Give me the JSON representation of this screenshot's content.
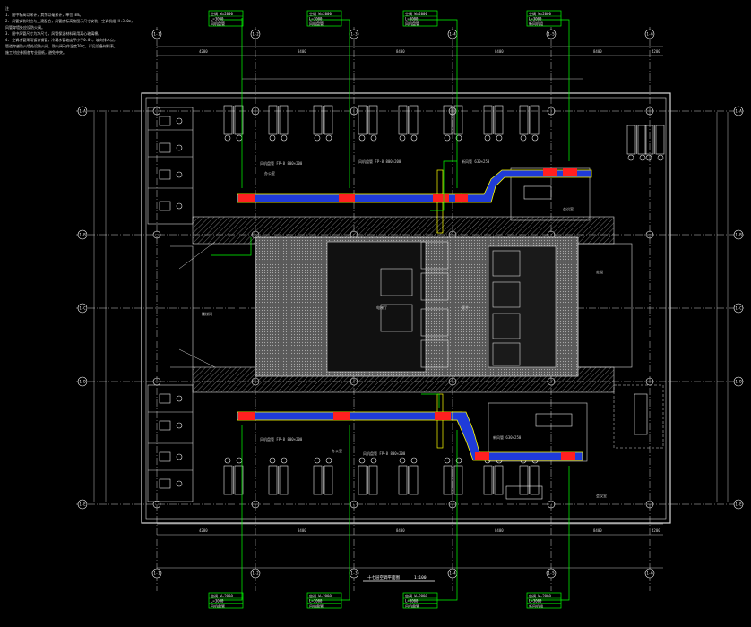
{
  "drawing": {
    "title": "十七层空调平面图",
    "scale": "1:100",
    "notes_heading": "注",
    "notes": [
      "1. 图中标高以米计，其余以毫米计，单位 mm。",
      "2. 风管安装时应与土建配合，风管底标高按图示尺寸安装，空调机组 H+3.0m，",
      "   风管穿墙处应设防火阀。",
      "3. 图中风管尺寸为净尺寸，风管保温材料采用离心玻璃棉。",
      "4. 空调水管采用镀锌钢管，冷凝水管坡度不小于0.01，坡向排水点，",
      "   管道穿越防火墙处设防火阀，防火阀动作温度70℃，详见设备材料表。",
      "   施工时应参照各专业图纸，避免冲突。"
    ],
    "top_tags": [
      {
        "line1": "空调 W=2000",
        "line2": "L=3000",
        "line3": "风机盘管"
      },
      {
        "line1": "空调 W=2000",
        "line2": "L=3000",
        "line3": "风机盘管"
      },
      {
        "line1": "空调 W=2000",
        "line2": "L=3000",
        "line3": "风机盘管"
      },
      {
        "line1": "空调 W=2000",
        "line2": "L=3000",
        "line3": "新风机组"
      }
    ],
    "bottom_tags": [
      {
        "line1": "空调 W=2000",
        "line2": "L=3000",
        "line3": "风机盘管"
      },
      {
        "line1": "空调 W=2000",
        "line2": "L=3000",
        "line3": "风机盘管"
      },
      {
        "line1": "空调 W=2000",
        "line2": "L=3000",
        "line3": "风机盘管"
      },
      {
        "line1": "空调 W=2000",
        "line2": "L=3000",
        "line3": "新风机组"
      }
    ],
    "rooms": {
      "office_top": "办公室",
      "office_bottom": "办公室",
      "meeting_top": "会议室",
      "meeting_bottom": "会议室",
      "elevator": "电梯厅",
      "stair": "楼梯间",
      "pipe_shaft": "管井",
      "corridor": "走道"
    },
    "duct_labels": [
      "风机盘管 FP-8 800×200",
      "风机盘管 FP-8 800×200",
      "新风管 630×250",
      "风机盘管 FP-8 800×200",
      "风机盘管 FP-8 800×200",
      "新风管 630×250"
    ],
    "grid_columns": [
      "1-1",
      "1-2",
      "1-3",
      "1-4",
      "1-5",
      "1-6"
    ],
    "grid_rows": [
      "1-A",
      "1-B",
      "1-C",
      "1-D",
      "1-E"
    ],
    "dimensions_top": [
      "4200",
      "8400",
      "8400",
      "8400",
      "8400",
      "4200"
    ],
    "colors": {
      "background": "#000000",
      "wall": "#d8d8d8",
      "furniture": "#e8e8e8",
      "grid": "#ffffff",
      "leader": "#00ff00",
      "duct_supply": "#ffff00",
      "duct_return": "#3355ff",
      "diffuser": "#ff2020",
      "hatch": "#8a8a8a",
      "dimension": "#bfbfbf"
    }
  }
}
